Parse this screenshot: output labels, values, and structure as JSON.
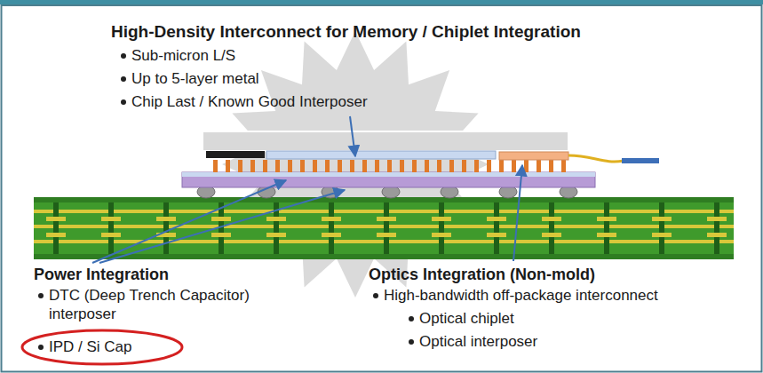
{
  "diagram": {
    "labels": [
      "High-Density Interconnect for Memory / Chiplet Integration",
      "Sub-micron L/S",
      "Up to 5-layer metal",
      "Chip Last / Known Good Interposer",
      "Power Integration",
      "DTC (Deep Trench Capacitor) interposer",
      "IPD / Si Cap",
      "Optics Integration (Non-mold)",
      "High-bandwidth off-package interconnect",
      "Optical chiplet",
      "Optical interposer"
    ]
  }
}
